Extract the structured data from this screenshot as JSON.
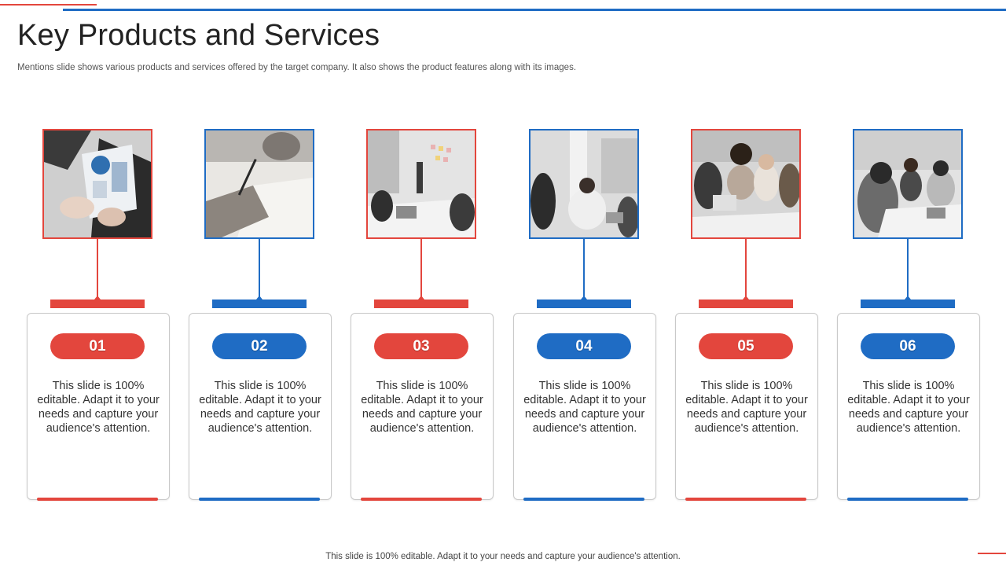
{
  "slide": {
    "title": "Key Products and Services",
    "subtitle": "Mentions slide shows various products and services offered by the target company. It also shows the product features along with its images.",
    "footer": "This slide is 100% editable. Adapt it to your needs and capture your audience's attention."
  },
  "colors": {
    "red": "#e3463d",
    "blue": "#1f6cc4"
  },
  "cards": [
    {
      "number": "01",
      "accent": "red",
      "image": "photo-business-report",
      "text": "This slide is 100% editable. Adapt it to your needs and capture your audience's attention."
    },
    {
      "number": "02",
      "accent": "blue",
      "image": "photo-hand-writing",
      "text": "This slide is 100% editable. Adapt it to your needs and capture your audience's attention."
    },
    {
      "number": "03",
      "accent": "red",
      "image": "photo-office-meeting",
      "text": "This slide is 100% editable. Adapt it to your needs and capture your audience's attention."
    },
    {
      "number": "04",
      "accent": "blue",
      "image": "photo-team-office",
      "text": "This slide is 100% editable. Adapt it to your needs and capture your audience's attention."
    },
    {
      "number": "05",
      "accent": "red",
      "image": "photo-team-laptop",
      "text": "This slide is 100% editable. Adapt it to your needs and capture your audience's attention."
    },
    {
      "number": "06",
      "accent": "blue",
      "image": "photo-group-discussion",
      "text": "This slide is 100% editable. Adapt it to your needs and capture your audience's attention."
    }
  ]
}
